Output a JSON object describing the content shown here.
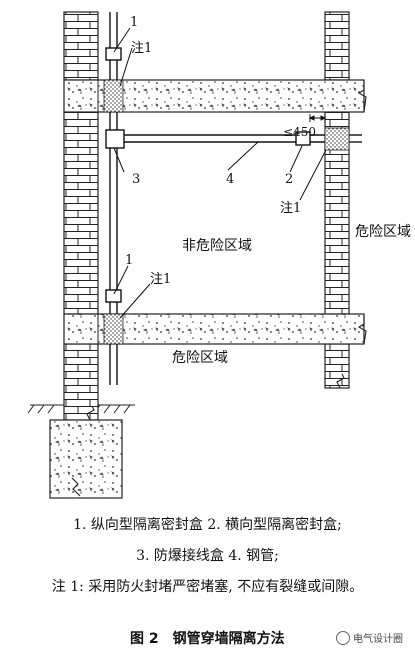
{
  "diagram": {
    "labels": {
      "n1_top": "1",
      "note1_top": "注1",
      "n3": "3",
      "n4": "4",
      "dim": "≤450",
      "n2": "2",
      "note1_right": "注1",
      "n1_mid": "1",
      "note1_mid": "注1",
      "zone_safe": "非危险区域",
      "zone_hazard_right": "危险区域",
      "zone_hazard_bottom": "危险区域"
    }
  },
  "captions": {
    "line1": "1. 纵向型隔离密封盒 2. 横向型隔离密封盒;",
    "line2": "3. 防爆接线盒 4. 钢管;",
    "line3": "注 1: 采用防火封堵严密堵塞, 不应有裂缝或间隙。"
  },
  "figure_title": "图 2　钢管穿墙隔离方法",
  "watermark": "电气设计圈"
}
